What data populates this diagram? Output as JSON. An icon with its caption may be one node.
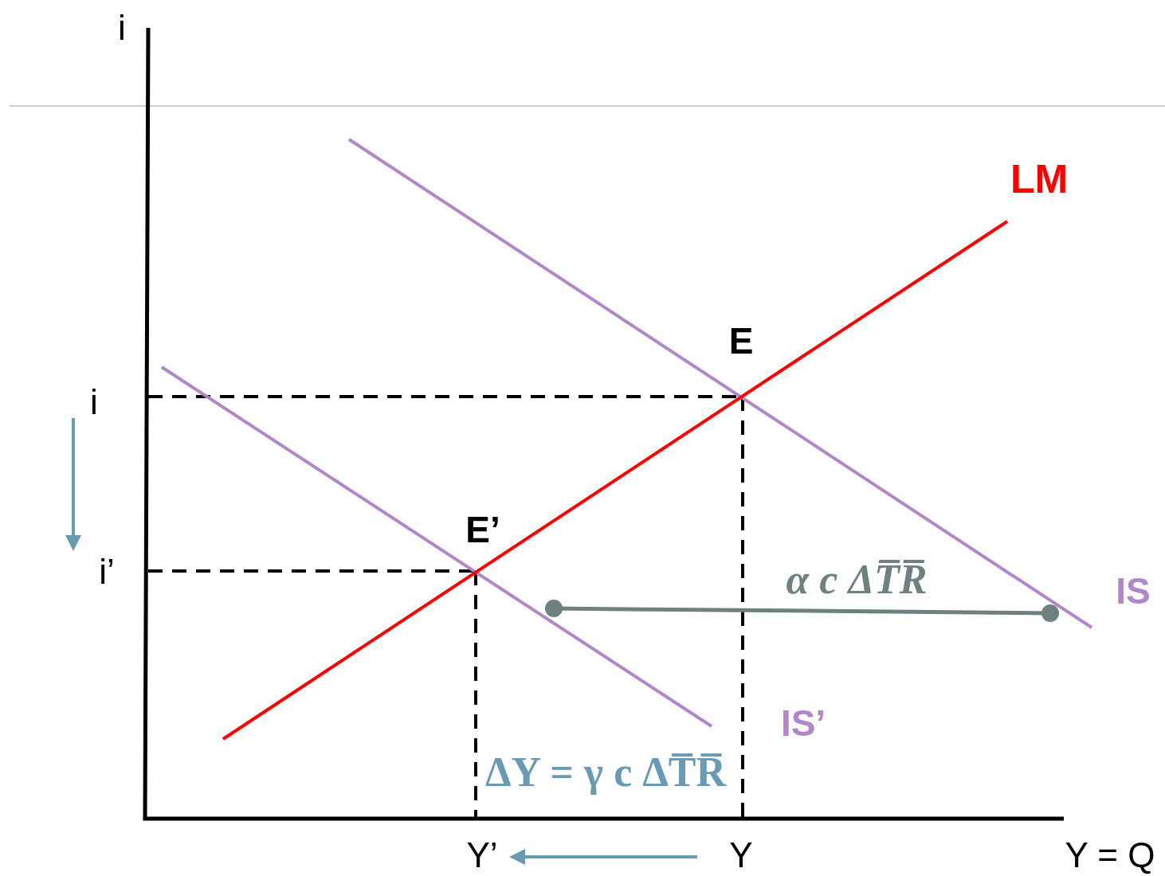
{
  "diagram": {
    "labels": [
      "i",
      "LM",
      "E",
      "i",
      "E’",
      "i’",
      "α c ΔT̅R̅",
      "IS",
      "IS’",
      "ΔY = γ c ΔT̅R̅",
      "Y’",
      "Y",
      "Y = Q"
    ]
  }
}
